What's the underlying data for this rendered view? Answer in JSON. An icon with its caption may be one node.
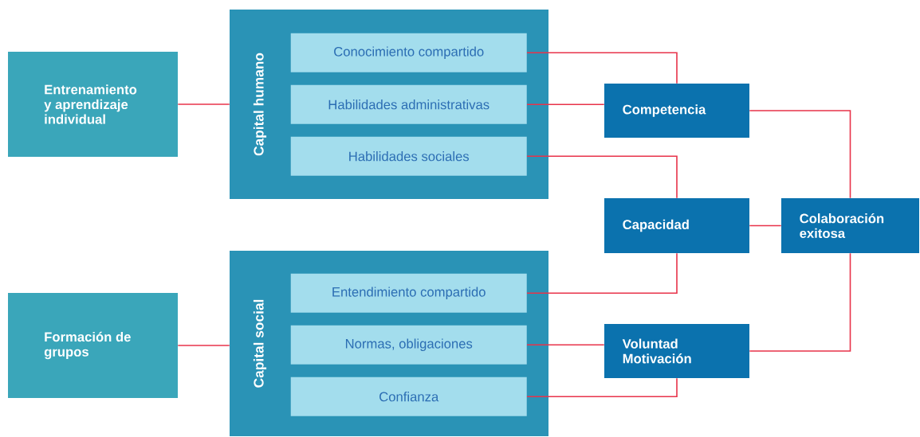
{
  "diagram": {
    "nodes": [
      {
        "text": [
          "Entrenamiento y aprendizaje individual"
        ]
      },
      {
        "text": [
          "Capital humano"
        ]
      },
      {
        "text": [
          "Conocimiento compartido"
        ],
        "in": 1
      },
      {
        "text": [
          "Habilidades administrativas"
        ],
        "in": 1
      },
      {
        "text": [
          "Habilidades sociales"
        ],
        "in": 1
      },
      {
        "text": [
          "Formación de grupos"
        ]
      },
      {
        "text": [
          "Capital social"
        ]
      },
      {
        "text": [
          "Entendimiento compartido"
        ],
        "in": 6
      },
      {
        "text": [
          "Normas, obligaciones"
        ],
        "in": 6
      },
      {
        "text": [
          "Confianza"
        ],
        "in": 6
      },
      {
        "text": [
          "Competencia"
        ]
      },
      {
        "text": [
          "Capacidad"
        ]
      },
      {
        "text": [
          "Voluntad Motivación"
        ]
      },
      {
        "text": [
          "Colaboración exitosa"
        ]
      }
    ],
    "edges": [
      {
        "from": 0,
        "to": 1,
        "arrow": "none"
      },
      {
        "from": 5,
        "to": 6,
        "arrow": "none"
      },
      {
        "from": 2,
        "to": 10,
        "arrow": "none"
      },
      {
        "from": 3,
        "to": 10,
        "arrow": "none"
      },
      {
        "from": 4,
        "to": 11,
        "arrow": "none"
      },
      {
        "from": 7,
        "to": 11,
        "arrow": "none"
      },
      {
        "from": 8,
        "to": 12,
        "arrow": "none"
      },
      {
        "from": 9,
        "to": 12,
        "arrow": "none"
      },
      {
        "from": 10,
        "to": 13,
        "arrow": "none"
      },
      {
        "from": 11,
        "to": 13,
        "arrow": "none"
      },
      {
        "from": 12,
        "to": 13,
        "arrow": "none"
      }
    ]
  }
}
